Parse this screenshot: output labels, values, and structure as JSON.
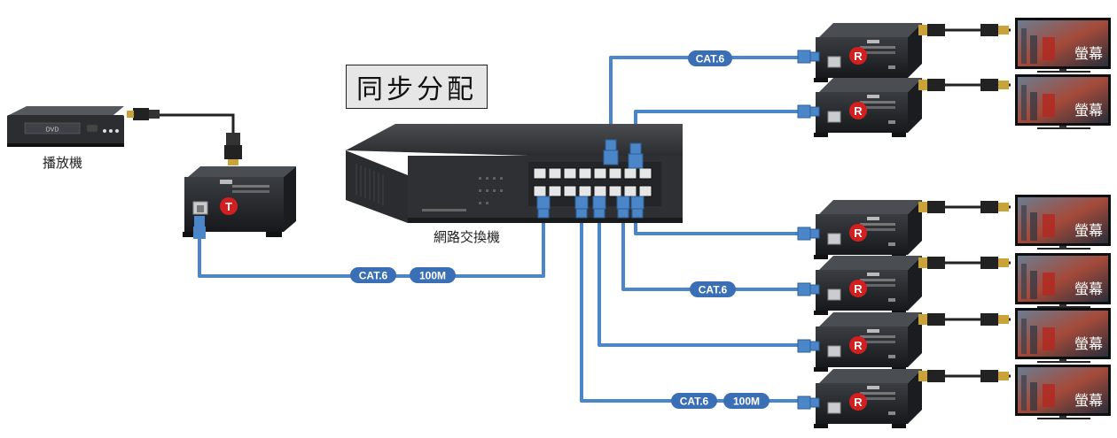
{
  "title": "同步分配",
  "source_label": "播放機",
  "switch_label": "網路交換機",
  "transmitter_badge": "T",
  "receiver_badge": "R",
  "dvd_label": "DVD",
  "screen_label": "螢幕",
  "cable_label_cat6": "CAT.6",
  "cable_label_speed": "100M",
  "colors": {
    "cable": "#4a86c8",
    "pill": "#3b6fb5",
    "badge": "#d21f1f",
    "device": "#1f2125"
  },
  "receivers_count": 6
}
